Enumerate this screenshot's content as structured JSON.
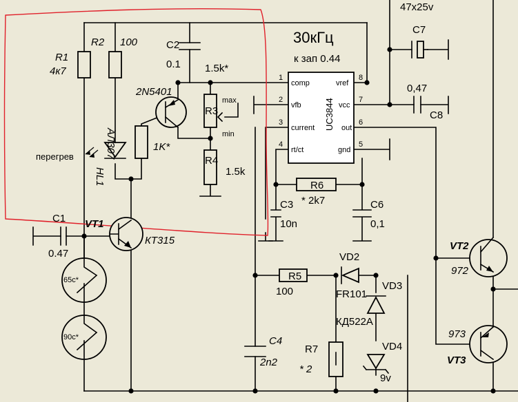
{
  "title": "30кГц",
  "subtitle": "к зап 0.44",
  "top_cut_label": "47x25v",
  "ic": {
    "name": "UC3844",
    "pins": [
      {
        "num": "1",
        "label": "comp"
      },
      {
        "num": "2",
        "label": "vfb"
      },
      {
        "num": "3",
        "label": "current"
      },
      {
        "num": "4",
        "label": "rt/ct"
      },
      {
        "num": "8",
        "label": "vref"
      },
      {
        "num": "7",
        "label": "vcc"
      },
      {
        "num": "6",
        "label": "out"
      },
      {
        "num": "5",
        "label": "gnd"
      }
    ]
  },
  "components": {
    "R1": {
      "ref": "R1",
      "value": "4к7"
    },
    "R2": {
      "ref": "R2",
      "value": "100"
    },
    "C2": {
      "ref": "C2",
      "value": "0.1"
    },
    "R3": {
      "ref": "R3",
      "value": "1.5k*",
      "max": "max",
      "min": "min"
    },
    "R4": {
      "ref": "R4",
      "value": "1.5k"
    },
    "Q_pnp": {
      "type": "2N5401"
    },
    "R_1k": {
      "value": "1K*"
    },
    "HL1": {
      "ref": "HL1",
      "type": "АЛ307",
      "note": "перегрев"
    },
    "C1": {
      "ref": "C1",
      "value": "0.47"
    },
    "VT1": {
      "ref": "VT1",
      "type": "КТ315"
    },
    "TH1": {
      "label": "65c*"
    },
    "TH2": {
      "label": "90c*"
    },
    "C3": {
      "ref": "C3",
      "value": "10n"
    },
    "R6": {
      "ref": "R6",
      "value": "* 2k7"
    },
    "C6": {
      "ref": "C6",
      "value": "0,1"
    },
    "C7": {
      "ref": "C7"
    },
    "C8": {
      "ref": "C8",
      "value": "0,47"
    },
    "R5": {
      "ref": "R5",
      "value": "100"
    },
    "VD2": {
      "ref": "VD2",
      "type": "FR101"
    },
    "VD3": {
      "ref": "VD3",
      "type": "КД522А"
    },
    "VD4": {
      "ref": "VD4",
      "value": "9v"
    },
    "C4": {
      "ref": "C4",
      "value": "2n2"
    },
    "R7": {
      "ref": "R7",
      "value": "* 2"
    },
    "VT2": {
      "ref": "VT2",
      "type": "972"
    },
    "VT3": {
      "ref": "VT3",
      "type": "973"
    }
  }
}
